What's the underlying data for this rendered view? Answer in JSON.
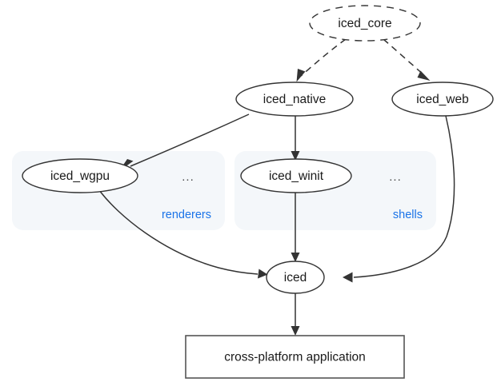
{
  "diagram": {
    "type": "dependency-graph",
    "title": "",
    "colors": {
      "cluster_fill": "#f4f7fa",
      "cluster_label": "#1a73e8",
      "node_stroke": "#333333",
      "node_fill": "#ffffff",
      "edge_stroke": "#333333",
      "box_stroke": "#555555",
      "text": "#1a1a1a"
    },
    "nodes": [
      {
        "id": "iced_core",
        "label": "iced_core",
        "shape": "ellipse",
        "style": "dashed"
      },
      {
        "id": "iced_native",
        "label": "iced_native",
        "shape": "ellipse",
        "style": "solid"
      },
      {
        "id": "iced_web",
        "label": "iced_web",
        "shape": "ellipse",
        "style": "solid"
      },
      {
        "id": "iced_wgpu",
        "label": "iced_wgpu",
        "shape": "ellipse",
        "style": "solid"
      },
      {
        "id": "iced_winit",
        "label": "iced_winit",
        "shape": "ellipse",
        "style": "solid"
      },
      {
        "id": "iced",
        "label": "iced",
        "shape": "ellipse",
        "style": "solid"
      },
      {
        "id": "app",
        "label": "cross-platform application",
        "shape": "rect",
        "style": "solid"
      }
    ],
    "clusters": [
      {
        "id": "renderers",
        "label": "renderers",
        "members": [
          "iced_wgpu"
        ],
        "more": "..."
      },
      {
        "id": "shells",
        "label": "shells",
        "members": [
          "iced_winit"
        ],
        "more": "..."
      }
    ],
    "edges": [
      {
        "from": "iced_core",
        "to": "iced_native",
        "style": "dashed"
      },
      {
        "from": "iced_core",
        "to": "iced_web",
        "style": "dashed"
      },
      {
        "from": "iced_native",
        "to": "iced_wgpu",
        "style": "solid"
      },
      {
        "from": "iced_native",
        "to": "iced_winit",
        "style": "solid"
      },
      {
        "from": "iced_wgpu",
        "to": "iced",
        "style": "solid"
      },
      {
        "from": "iced_winit",
        "to": "iced",
        "style": "solid"
      },
      {
        "from": "iced_web",
        "to": "iced",
        "style": "solid"
      },
      {
        "from": "iced",
        "to": "app",
        "style": "solid"
      }
    ]
  }
}
